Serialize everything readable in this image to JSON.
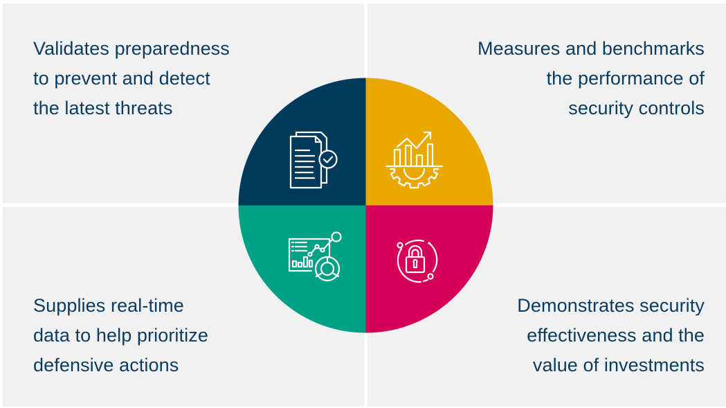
{
  "colors": {
    "text": "#0b3b5e",
    "panel": "#f1f1f1",
    "quadrant_top_left": "#023a5c",
    "quadrant_top_right": "#e9a800",
    "quadrant_bottom_left": "#00a185",
    "quadrant_bottom_right": "#d50057",
    "icon_stroke": "#ffffff"
  },
  "quadrants": [
    {
      "position": "top-left",
      "icon": "document-checkmark-icon",
      "lines": [
        "Validates preparedness",
        "to prevent and detect",
        "the latest threats"
      ]
    },
    {
      "position": "top-right",
      "icon": "chart-gear-icon",
      "lines": [
        "Measures and benchmarks",
        "the performance of",
        "security controls"
      ]
    },
    {
      "position": "bottom-left",
      "icon": "dashboard-analytics-icon",
      "lines": [
        "Supplies real-time",
        "data to help prioritize",
        "defensive actions"
      ]
    },
    {
      "position": "bottom-right",
      "icon": "padlock-cycle-icon",
      "lines": [
        "Demonstrates security",
        "effectiveness and the",
        "value of investments"
      ]
    }
  ]
}
